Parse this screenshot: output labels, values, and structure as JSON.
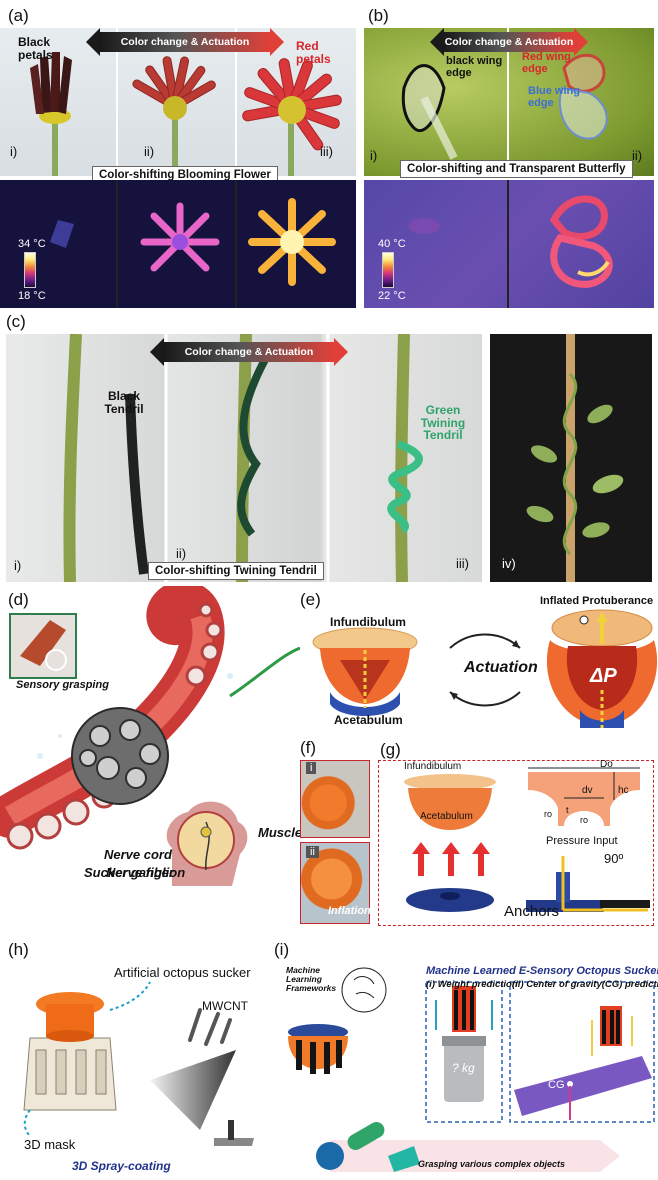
{
  "panel_a": {
    "label": "(a)",
    "arrow": "Color change & Actuation",
    "black_petals": "Black petals",
    "red_petals": "Red petals",
    "caption": "Color-shifting Blooming Flower",
    "roman": [
      "i)",
      "ii)",
      "iii)"
    ],
    "temp_high": "34 °C",
    "temp_low": "18 °C"
  },
  "panel_b": {
    "label": "(b)",
    "arrow": "Color change & Actuation",
    "black_edge": "black wing edge",
    "red_edge": "Red wing edge",
    "blue_edge": "Blue wing edge",
    "caption": "Color-shifting and Transparent Butterfly",
    "roman": [
      "i)",
      "ii)"
    ],
    "temp_high": "40 °C",
    "temp_low": "22 °C"
  },
  "panel_c": {
    "label": "(c)",
    "arrow": "Color change & Actuation",
    "black_tendril": "Black Tendril",
    "green_tendril": "Green Twining Tendril",
    "caption": "Color-shifting Twining Tendril",
    "roman": [
      "i)",
      "ii)",
      "iii)",
      "iv)"
    ]
  },
  "panel_d": {
    "label": "(d)",
    "sensory": "Sensory grasping",
    "muscle": "Muscle",
    "nerve_cord": "Nerve cord",
    "sucker_ganglion": "Sucker ganglion",
    "nerve_fiber": "Nerve fiber"
  },
  "panel_e": {
    "label": "(e)",
    "infundibulum": "Infundibulum",
    "acetabulum": "Acetabulum",
    "actuation": "Actuation",
    "protuberance": "Inflated Protuberance",
    "delta_p": "ΔP"
  },
  "panel_f": {
    "label": "(f)",
    "roman": [
      "i",
      "ii"
    ],
    "inflation": "Inflation"
  },
  "panel_g": {
    "label": "(g)",
    "infundibulum": "Infundibulum",
    "acetabulum": "Acetabulum",
    "d_o": "Do",
    "d_v": "dv",
    "h_c": "hc",
    "r_o": "ro",
    "t": "t",
    "r_i": "ro",
    "pressure": "Pressure Input",
    "angle": "90º",
    "anchors": "Anchors"
  },
  "panel_h": {
    "label": "(h)",
    "sucker": "Artificial octopus sucker",
    "mwcnt": "MWCNT",
    "mask": "3D mask",
    "caption": "3D Spray-coating"
  },
  "panel_i": {
    "label": "(i)",
    "title": "Machine Learned E-Sensory Octopus Sucker",
    "ml": "Machine Learning Frameworks",
    "weight": "(i) Weight prediction",
    "cg_title": "(ii) Center of gravity(CG) prediction",
    "kg": "? kg",
    "cg": "CG",
    "grasping": "Grasping various complex objects"
  },
  "colors": {
    "red_label": "#d8262c",
    "green_label": "#2fa36a",
    "blue_label": "#3b6fd0",
    "dashed_red": "#c8262c",
    "dashed_blue": "#2c5fb8",
    "title_blue": "#22328a"
  }
}
